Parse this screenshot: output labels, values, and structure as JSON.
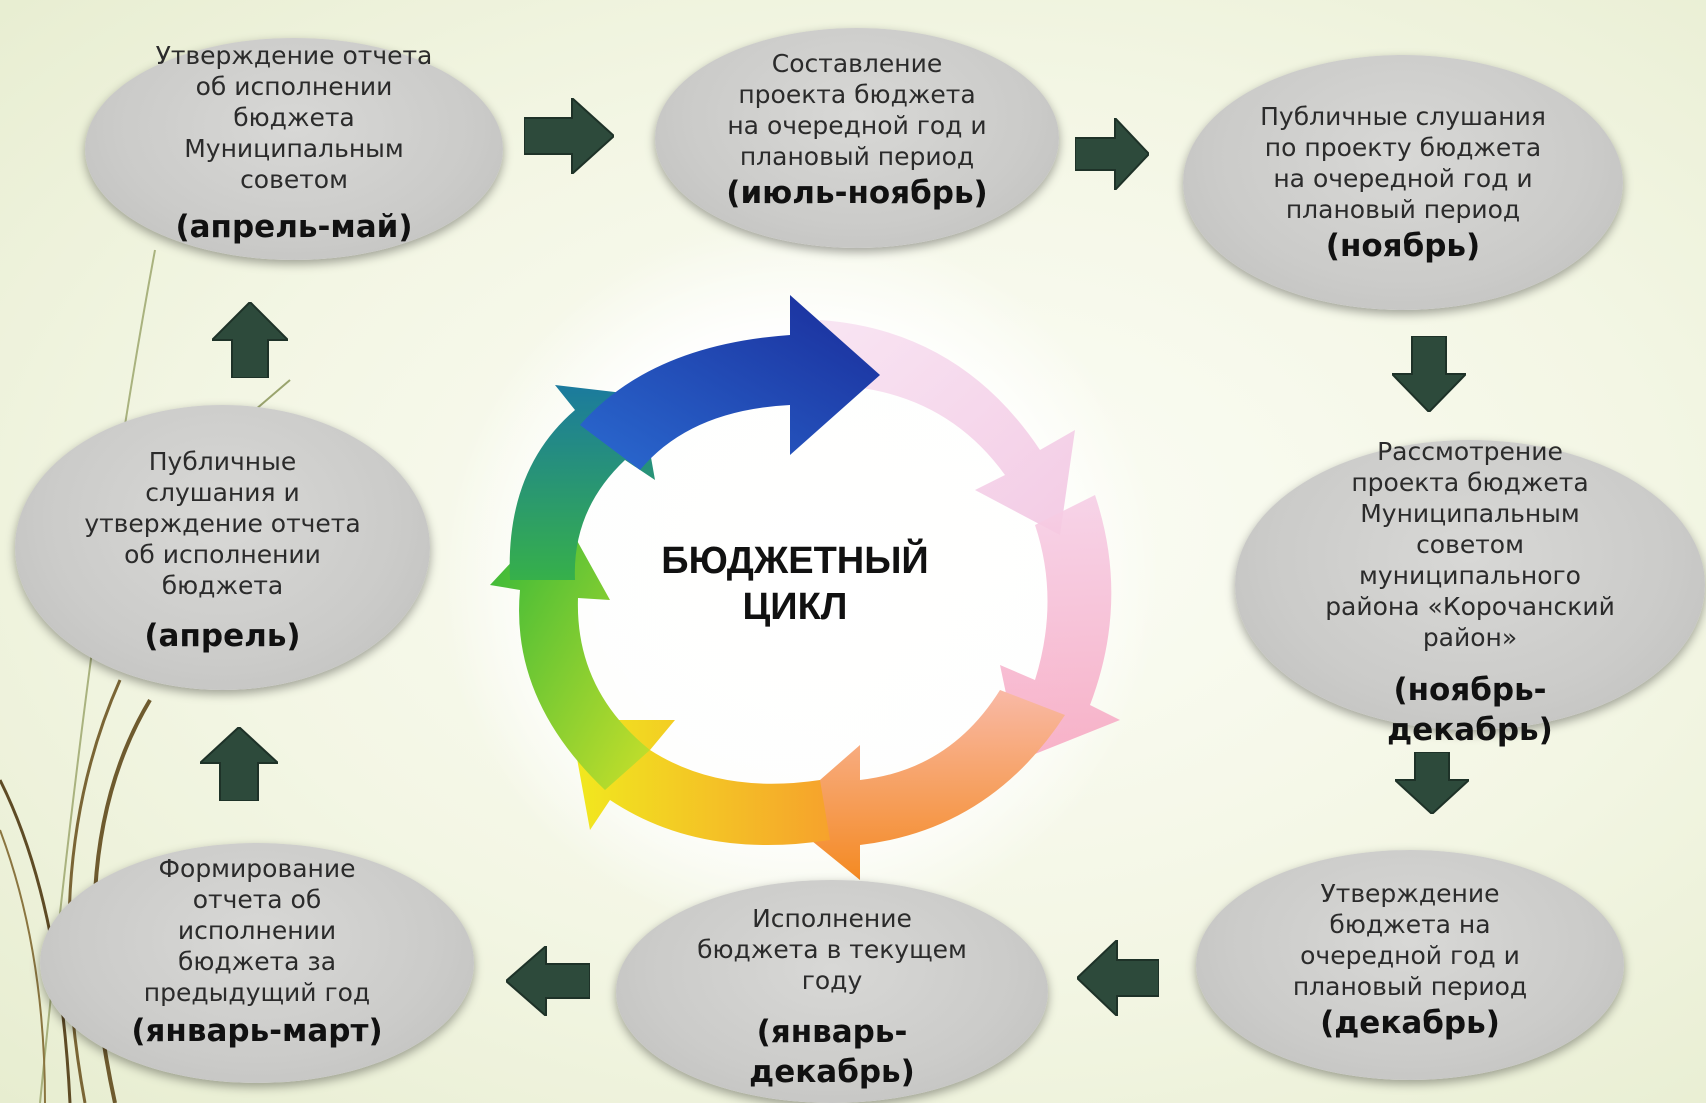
{
  "center": {
    "title": "БЮДЖЕТНЫЙ\nЦИКЛ"
  },
  "stages": [
    {
      "text": "Утверждение отчета\nоб исполнении\nбюджета\nМуниципальным\nсоветом",
      "period": "(апрель-май)"
    },
    {
      "text": "Составление\nпроекта бюджета\nна очередной год и\nплановый период",
      "period": "(июль-ноябрь)"
    },
    {
      "text": "Публичные слушания\nпо проекту бюджета\nна очередной год и\nплановый период",
      "period": "(ноябрь)"
    },
    {
      "text": "Рассмотрение\nпроекта бюджета\nМуниципальным\nсоветом\nмуниципального\nрайона «Корочанский\nрайон»",
      "period": "(ноябрь-\nдекабрь)"
    },
    {
      "text": "Утверждение\nбюджета на\nочередной год и\nплановый период",
      "period": "(декабрь)"
    },
    {
      "text": "Исполнение\nбюджета в текущем\nгоду",
      "period": "(январь-\nдекабрь)"
    },
    {
      "text": "Формирование\nотчета об\nисполнении\nбюджета за\nпредыдущий год",
      "period": "(январь-март)"
    },
    {
      "text": "Публичные\nслушания и\nутверждение отчета\nоб исполнении\nбюджета",
      "period": "(апрель)"
    }
  ],
  "colors": {
    "node_fill": "#cbcbc9",
    "arrow_fill": "#2d4a3b",
    "cycle": [
      "#1c3fb0",
      "#1a8b9c",
      "#4bbf2a",
      "#e8e21c",
      "#f59a2a",
      "#f6b7c8",
      "#f3d3ea"
    ]
  }
}
